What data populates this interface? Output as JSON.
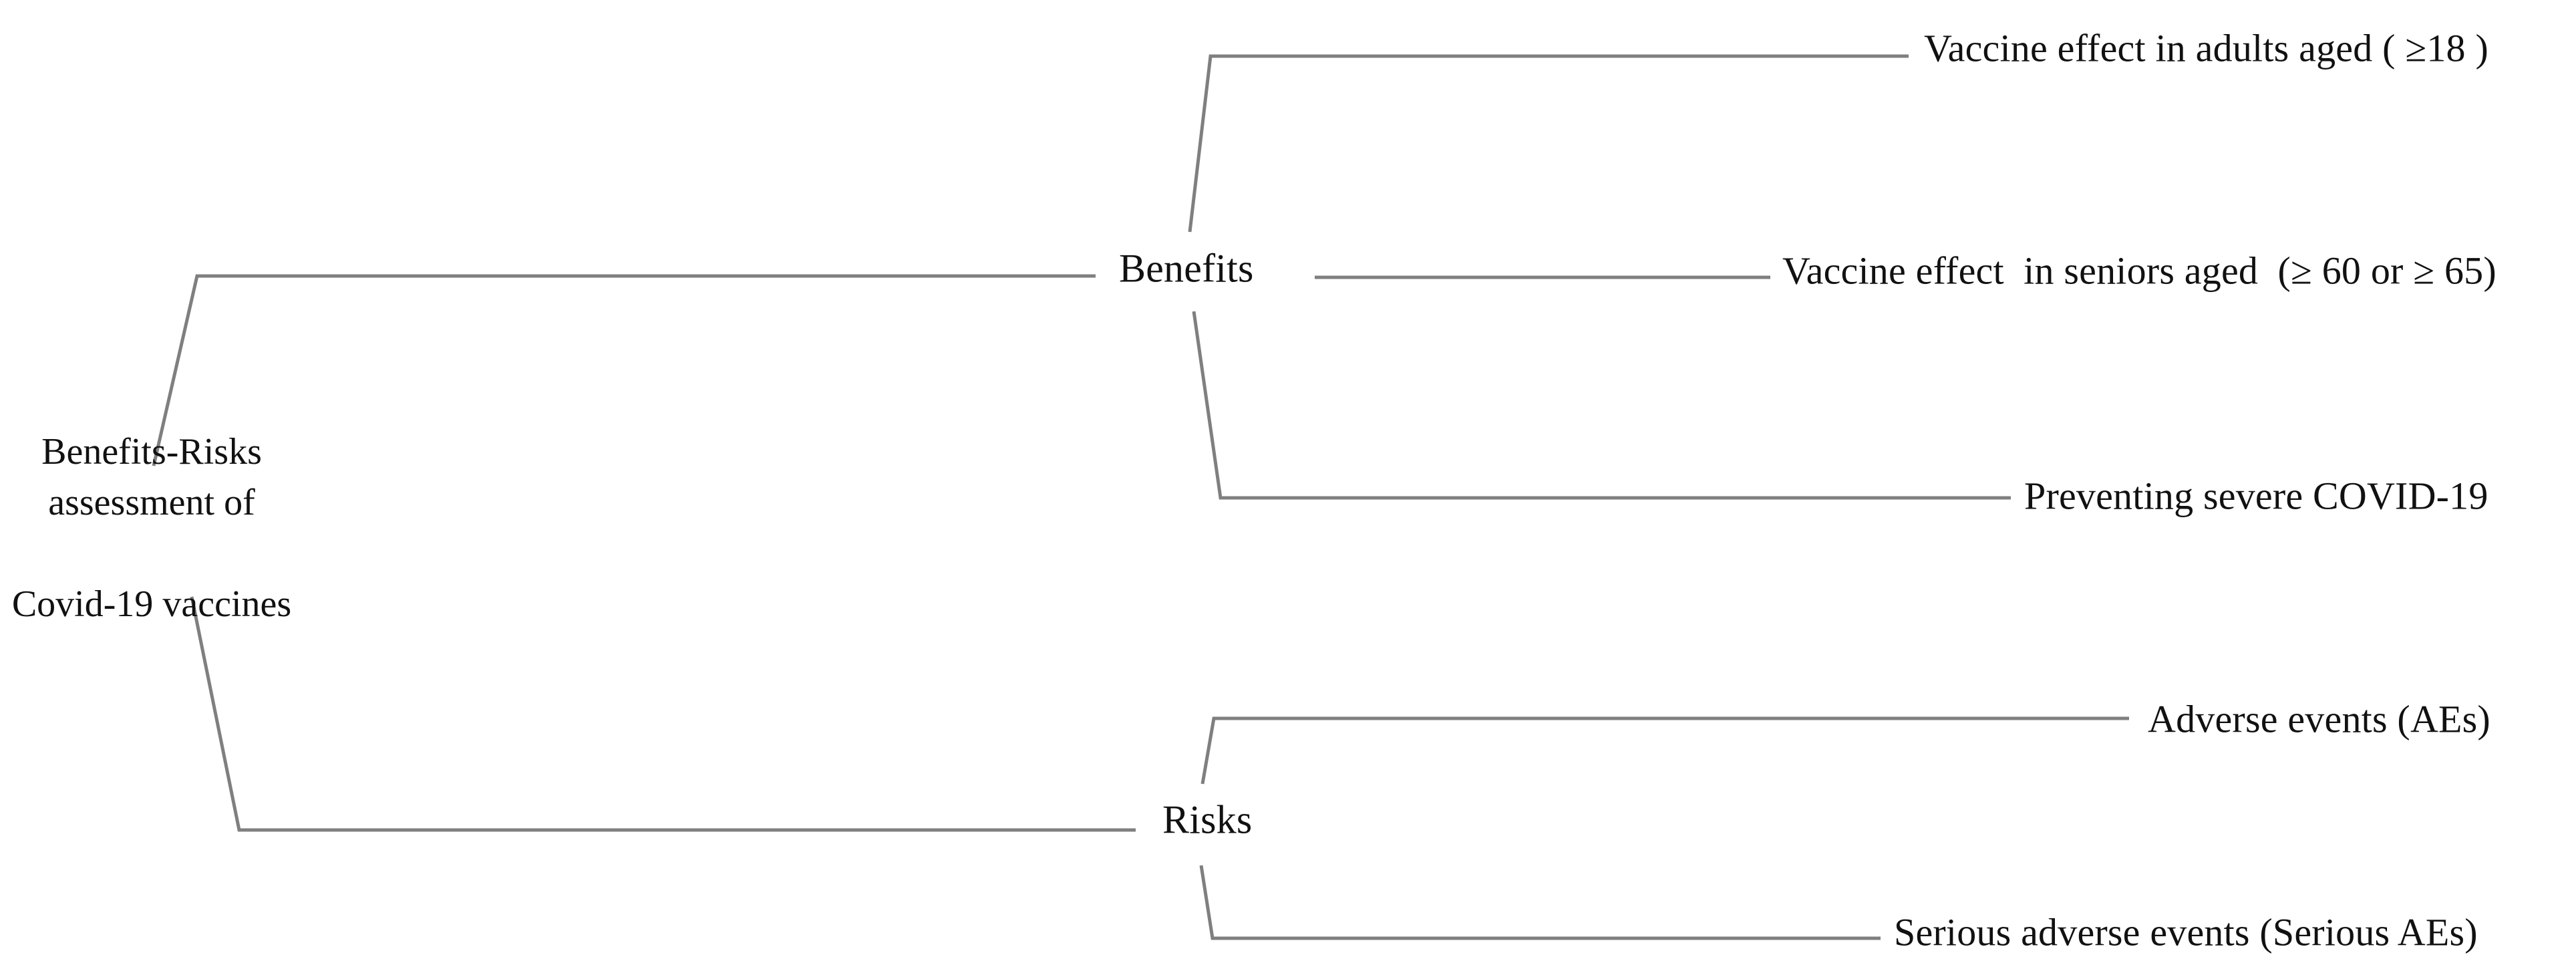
{
  "figure": {
    "kind": "tree-diagram",
    "line_color": "#7f7f7f",
    "text_color": "#111111"
  },
  "tree": {
    "root": {
      "label_line1": "Benefits-Risks assessment of",
      "label_line2": "Covid-19 vaccines"
    },
    "branches": [
      {
        "label": "Benefits",
        "children": [
          {
            "label": "Vaccine effect in adults aged ( ≥18 )"
          },
          {
            "label": "Vaccine effect  in seniors aged  (≥ 60 or ≥ 65)"
          },
          {
            "label": "Preventing severe COVID-19"
          }
        ]
      },
      {
        "label": "Risks",
        "children": [
          {
            "label": "Adverse events (AEs)"
          },
          {
            "label": "Serious adverse events (Serious AEs)"
          }
        ]
      }
    ]
  }
}
